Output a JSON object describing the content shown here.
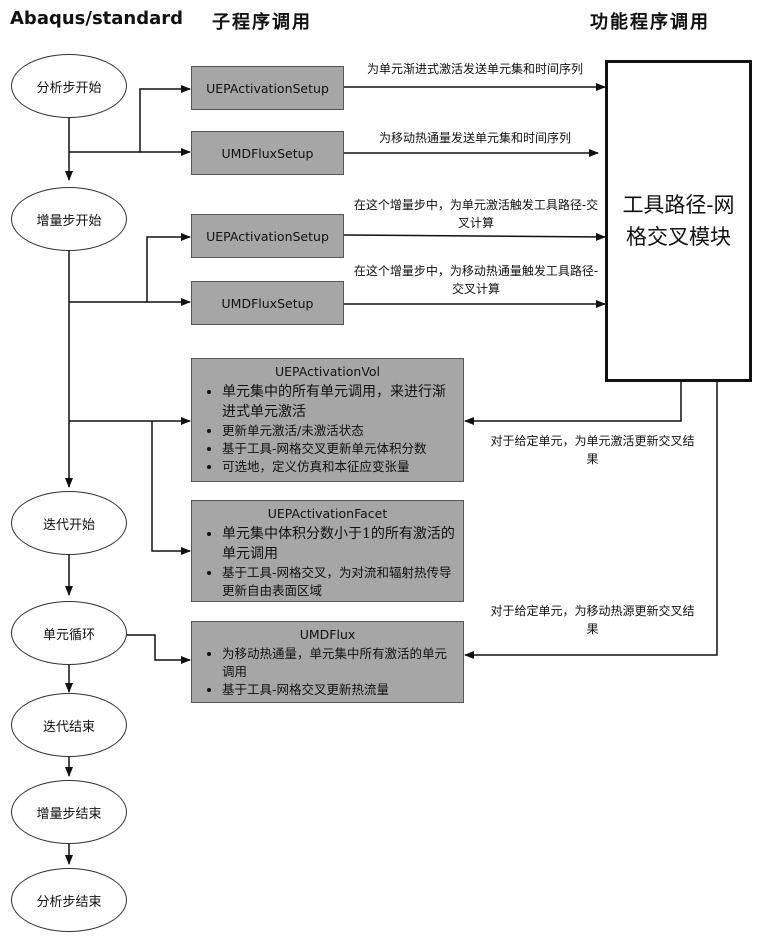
{
  "headers": {
    "main": "Abaqus/standard",
    "subroutines": "子程序调用",
    "utilities": "功能程序调用"
  },
  "steps": [
    "分析步开始",
    "增量步开始",
    "迭代开始",
    "单元循环",
    "迭代结束",
    "增量步结束",
    "分析步结束"
  ],
  "setup_boxes": [
    "UEPActivationSetup",
    "UMDFluxSetup",
    "UEPActivationSetup",
    "UMDFluxSetup"
  ],
  "module": "工具路径-网格交叉模块",
  "vol": {
    "title": "UEPActivationVol",
    "items": [
      "单元集中的所有单元调用，来进行渐进式单元激活",
      "更新单元激活/未激活状态",
      "基于工具-网格交叉更新单元体积分数",
      "可选地，定义仿真和本征应变张量"
    ]
  },
  "facet": {
    "title": "UEPActivationFacet",
    "items": [
      "单元集中体积分数小于1的所有激活的单元调用",
      "基于工具-网格交叉，为对流和辐射热传导更新自由表面区域"
    ]
  },
  "flux": {
    "title": "UMDFlux",
    "items": [
      "为移动热通量，单元集中所有激活的单元调用",
      "基于工具-网格交叉更新热流量"
    ]
  },
  "arrow_labels": {
    "a1": "为单元渐进式激活发送单元集和时间序列",
    "a2": "为移动热通量发送单元集和时间序列",
    "a3": "在这个增量步中，为单元激活触发工具路径-交叉计算",
    "a4": "在这个增量步中，为移动热通量触发工具路径-交叉计算",
    "r1": "对于给定单元，为单元激活更新交叉结果",
    "r2": "对于给定单元，为移动热源更新交叉结果"
  }
}
